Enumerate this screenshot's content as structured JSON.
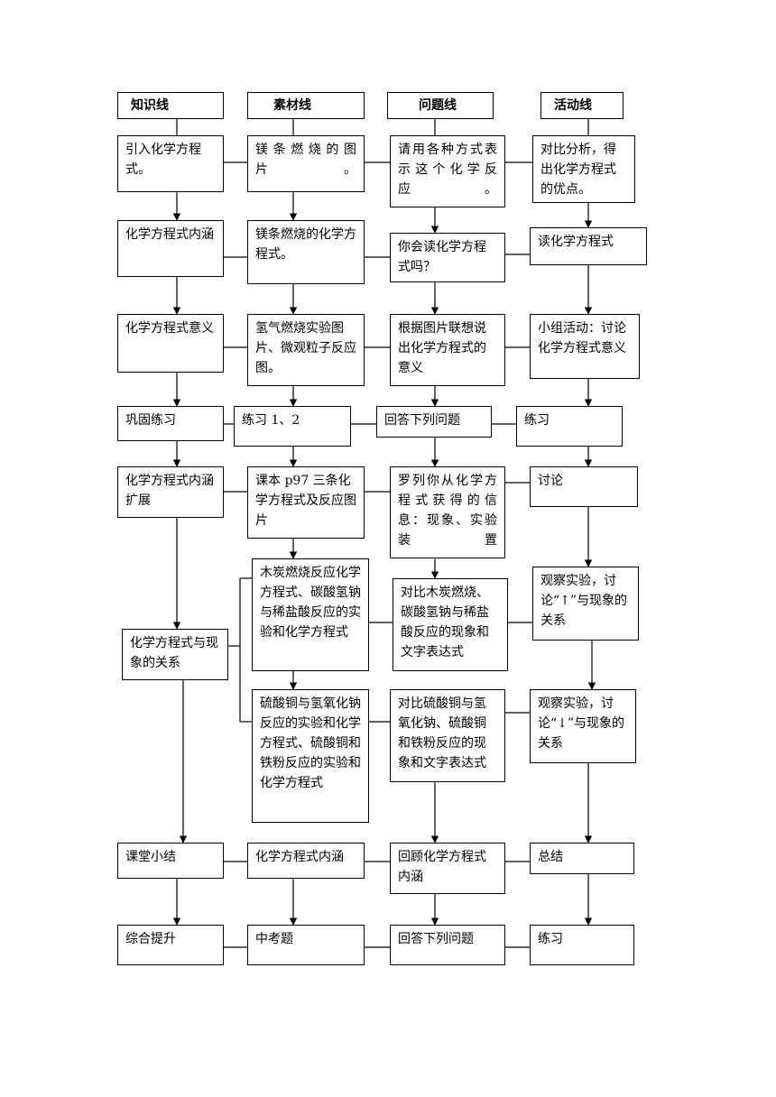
{
  "headers": {
    "knowledge": "知识线",
    "material": "素材线",
    "question": "问题线",
    "activity": "活动线"
  },
  "knowledge_line": [
    "引入化学方程式。",
    "化学方程式内涵",
    "化学方程式意义",
    "巩固练习",
    "化学方程式内涵扩展",
    "化学方程式与现象的关系",
    "课堂小结",
    "综合提升"
  ],
  "material_line": [
    "镁 条 燃 烧 的 图 片。",
    "镁条燃烧的化学方程式。",
    "氢气燃烧实验图片、微观粒子反应图。",
    "练习 1、2",
    "课本 p97 三条化学方程式及反应图片",
    "木炭燃烧反应化学方程式、碳酸氢钠与稀盐酸反应的实验和化学方程式",
    "硫酸铜与氢氧化钠反应的实验和化学方程式、硫酸铜和铁粉反应的实验和化学方程式",
    "化学方程式内涵",
    "中考题"
  ],
  "question_line": [
    "请用各种方式表示 这 个 化 学 反应。",
    "你会读化学方程式吗？",
    "根据图片联想说出化学方程式的意义",
    "回答下列问题",
    "罗列你从化学方程 式 获 得 的 信息：现象、实验装置",
    "对比木炭燃烧、碳酸氢钠与稀盐酸反应的现象和文字表达式",
    "对比硫酸铜与氢氧化钠、硫酸铜和铁粉反应的现象和文字表达式",
    "回顾化学方程式内涵",
    "回答下列问题"
  ],
  "activity_line": [
    "对比分析，得出化学方程式的优点。",
    "读化学方程式",
    "小组活动：讨论化学方程式意义",
    "练习",
    "讨论",
    "观察实验，讨论“↑”与现象的关系",
    "观察实验，讨论“↓”与现象的关系",
    "总结",
    "练习"
  ]
}
